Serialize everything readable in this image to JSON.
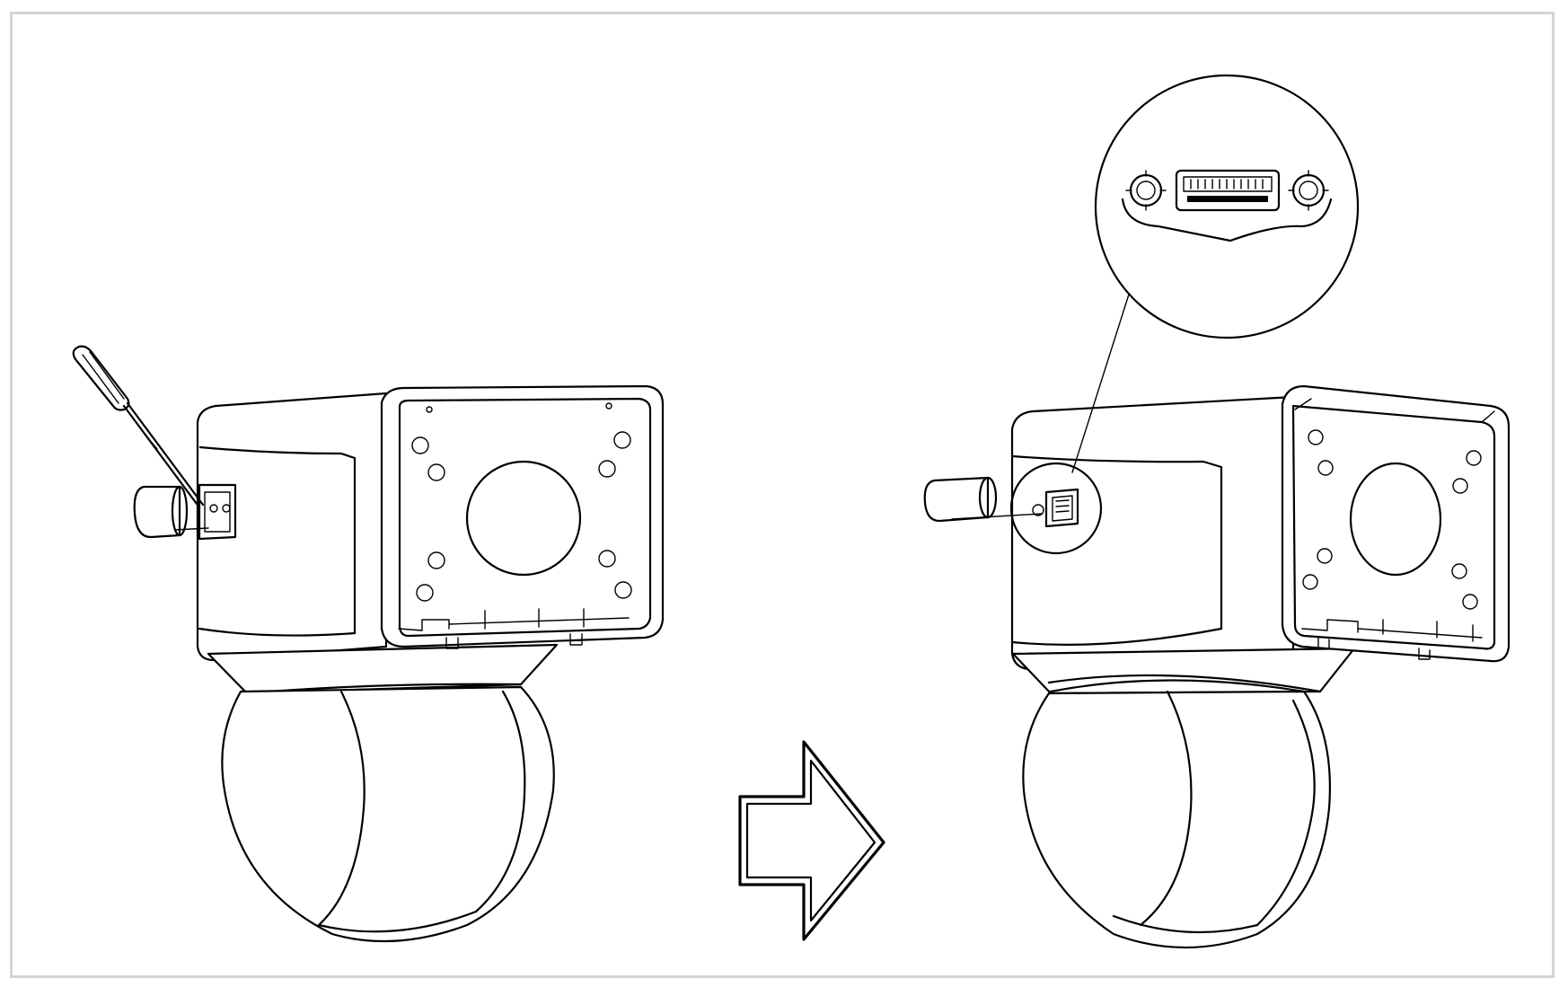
{
  "figure": {
    "panels": [
      {
        "id": "before",
        "description_tag": "camera-with-screwdriver"
      },
      {
        "id": "after",
        "description_tag": "camera-cover-removed-with-connector-detail"
      }
    ],
    "transition_icon": "right-arrow-icon",
    "detail_callout_icon": "connector-port-icon",
    "colors": {
      "line": "#000000",
      "background": "#ffffff",
      "frame": "#d4d4d4"
    }
  }
}
